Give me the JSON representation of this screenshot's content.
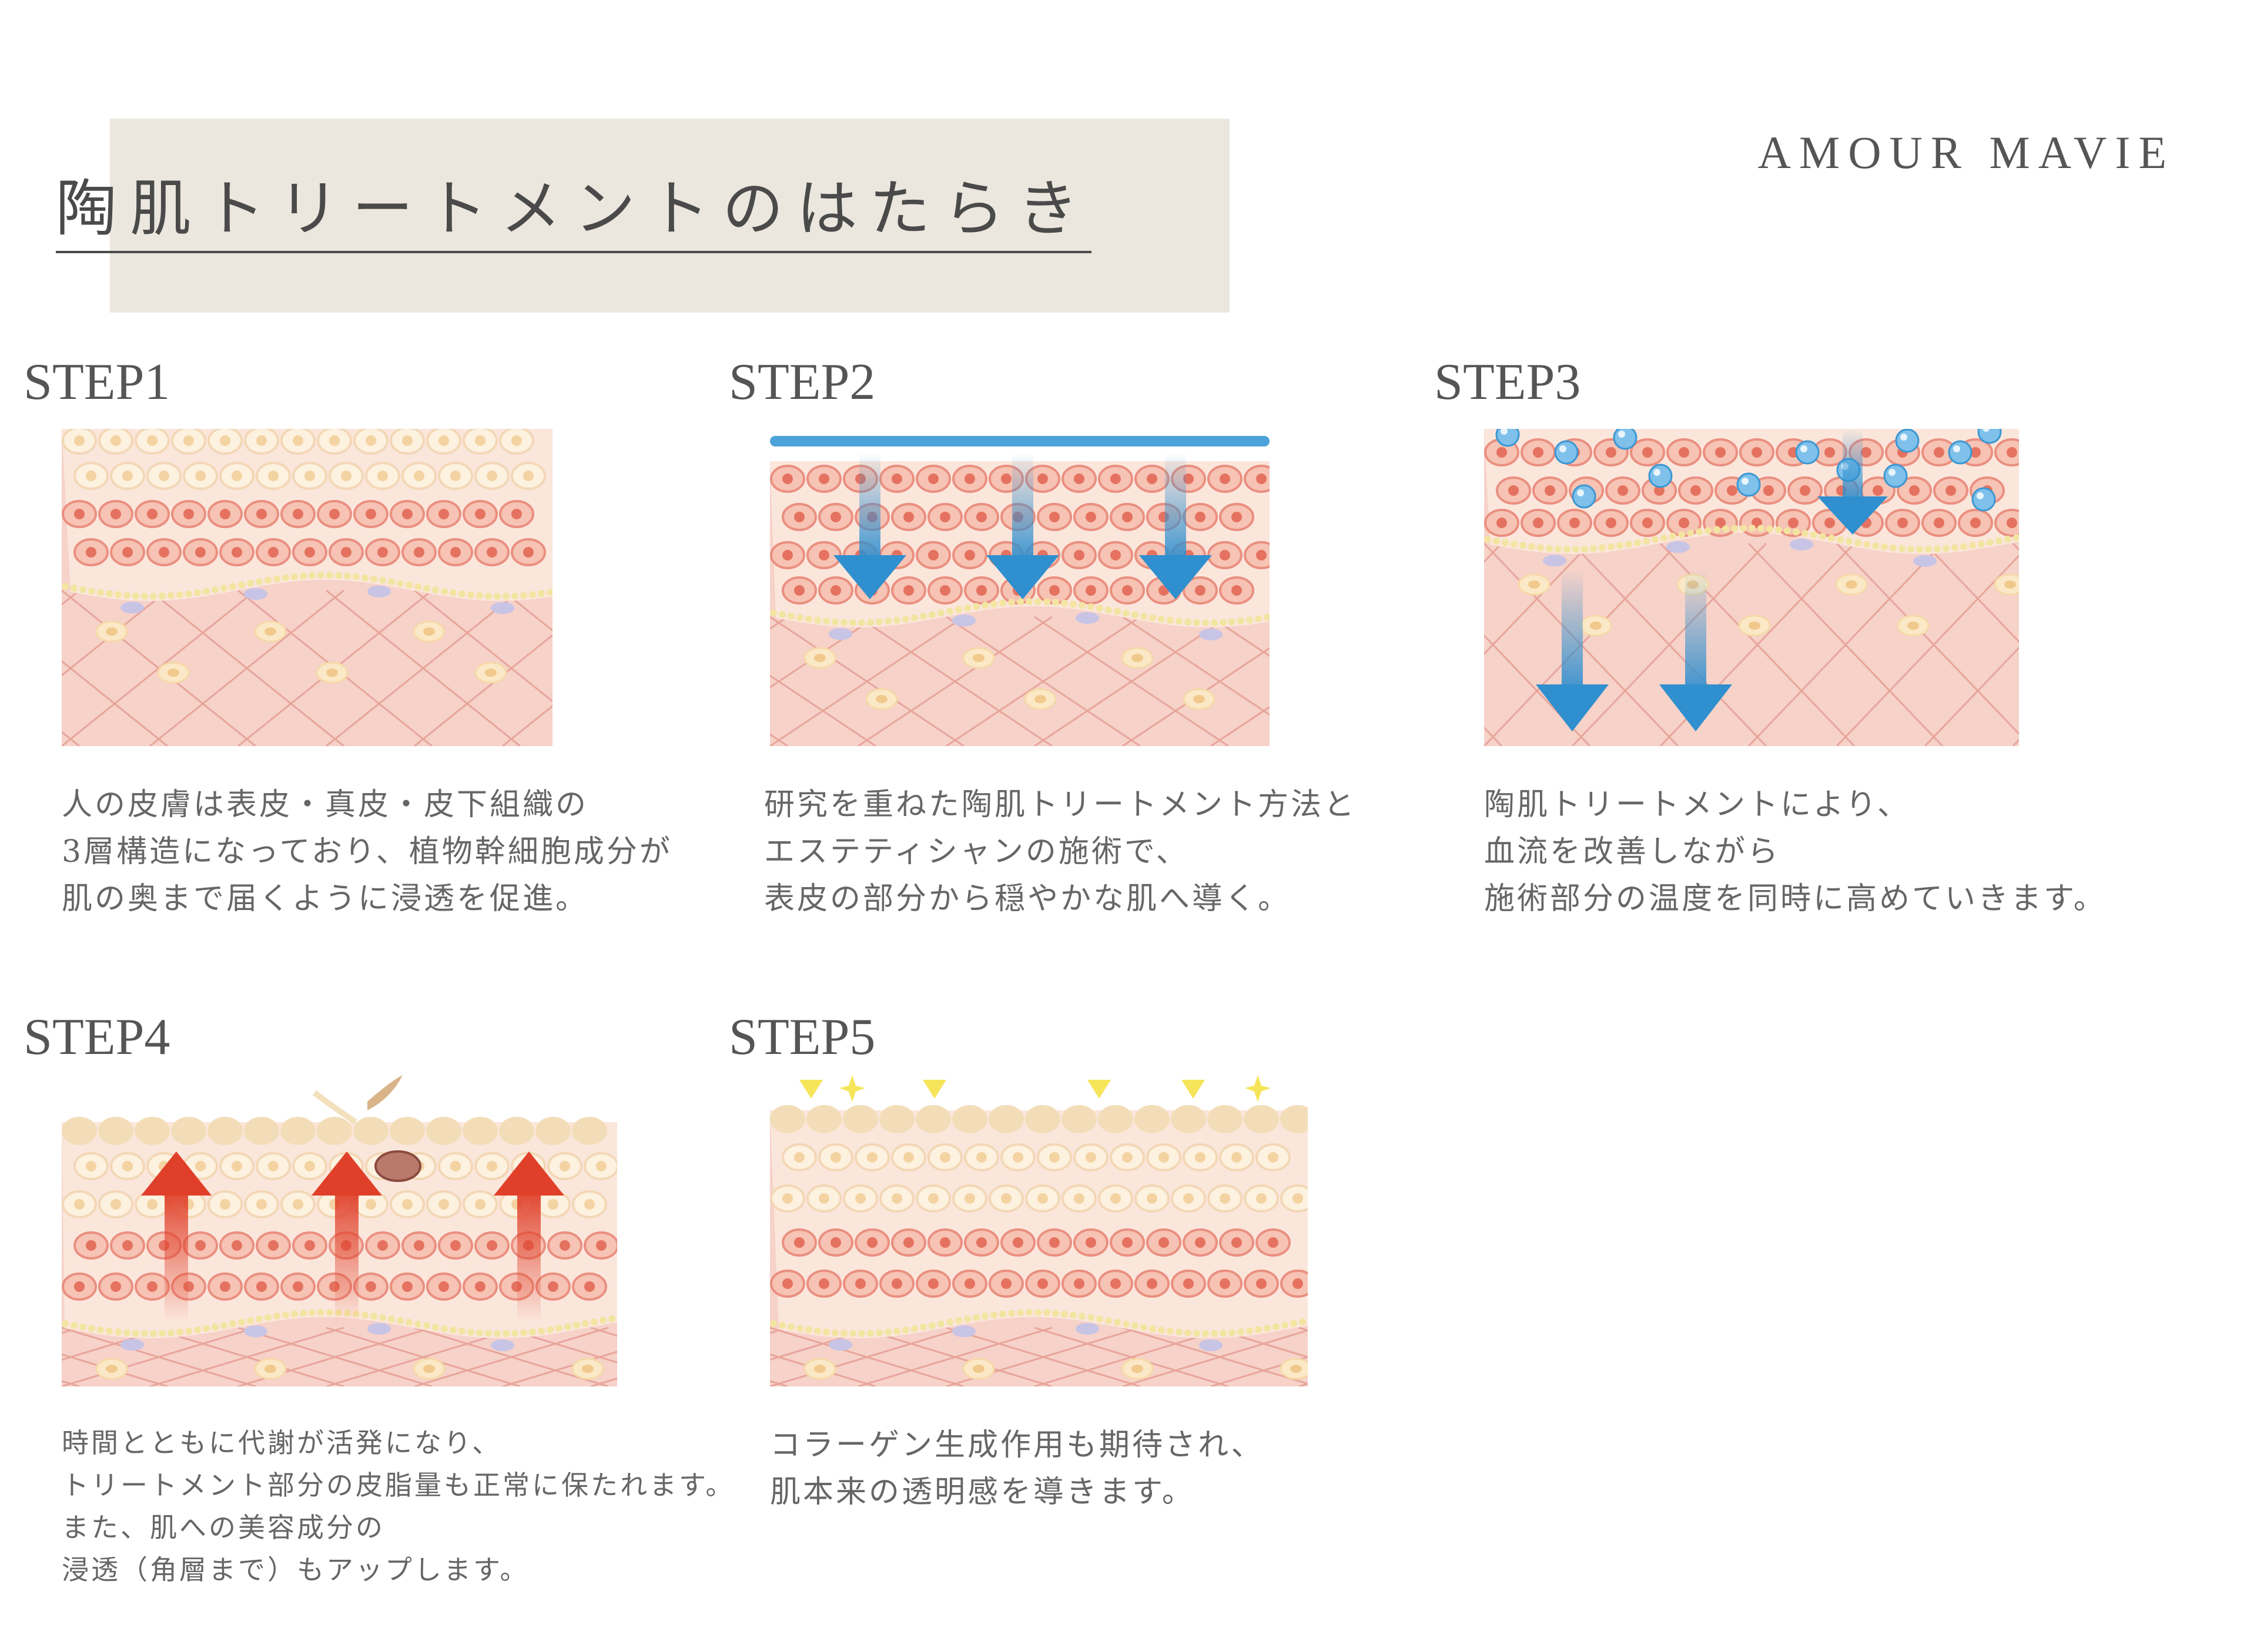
{
  "header": {
    "title": "陶肌トリートメントのはたらき",
    "brand": "AMOUR MAVIE"
  },
  "steps": [
    {
      "label": "STEP1",
      "description": [
        "人の皮膚は表皮・真皮・皮下組織の",
        "3層構造になっており、植物幹細胞成分が",
        "肌の奥まで届くように浸透を促進。"
      ]
    },
    {
      "label": "STEP2",
      "description": [
        "研究を重ねた陶肌トリートメント方法と",
        "エステティシャンの施術で、",
        "表皮の部分から穏やかな肌へ導く。"
      ]
    },
    {
      "label": "STEP3",
      "description": [
        "陶肌トリートメントにより、",
        "血流を改善しながら",
        "施術部分の温度を同時に高めていきます。"
      ]
    },
    {
      "label": "STEP4",
      "description": [
        "時間とともに代謝が活発になり、",
        "トリートメント部分の皮脂量も正常に保たれます。",
        "また、肌への美容成分の",
        "浸透（角層まで）もアップします。"
      ]
    },
    {
      "label": "STEP5",
      "description": [
        "コラーゲン生成作用も期待され、",
        "肌本来の透明感を導きます。"
      ]
    }
  ],
  "colors": {
    "title_bg": "#ebe7de",
    "skin_pink": "#f6cfc6",
    "cell_red": "#ea8f80",
    "arrow_blue": "#2f8fcf",
    "arrow_red": "#e0402a"
  }
}
